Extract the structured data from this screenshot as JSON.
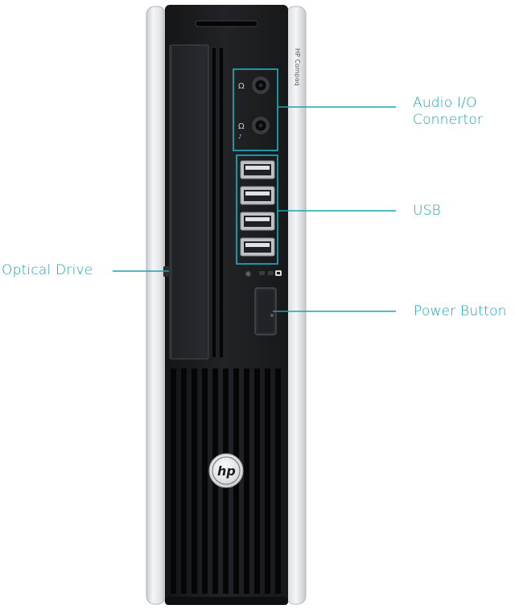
{
  "colors": {
    "accent": "#1aa3b3",
    "chassis": "#1c1d1f",
    "silver": "#e9ebee"
  },
  "case": {
    "brand_vertical": "HP Compaq",
    "logo": "hp"
  },
  "callouts": {
    "audio_line1": "Audio I/O",
    "audio_line2": "Connertor",
    "usb": "USB",
    "optical": "Optical Drive",
    "power": "Power Button"
  },
  "icons": {
    "usb_ports": "usb-port-icon",
    "audio_jacks": "audio-jack-icon",
    "power_button": "power-button-icon",
    "logo": "hp-logo-icon"
  }
}
